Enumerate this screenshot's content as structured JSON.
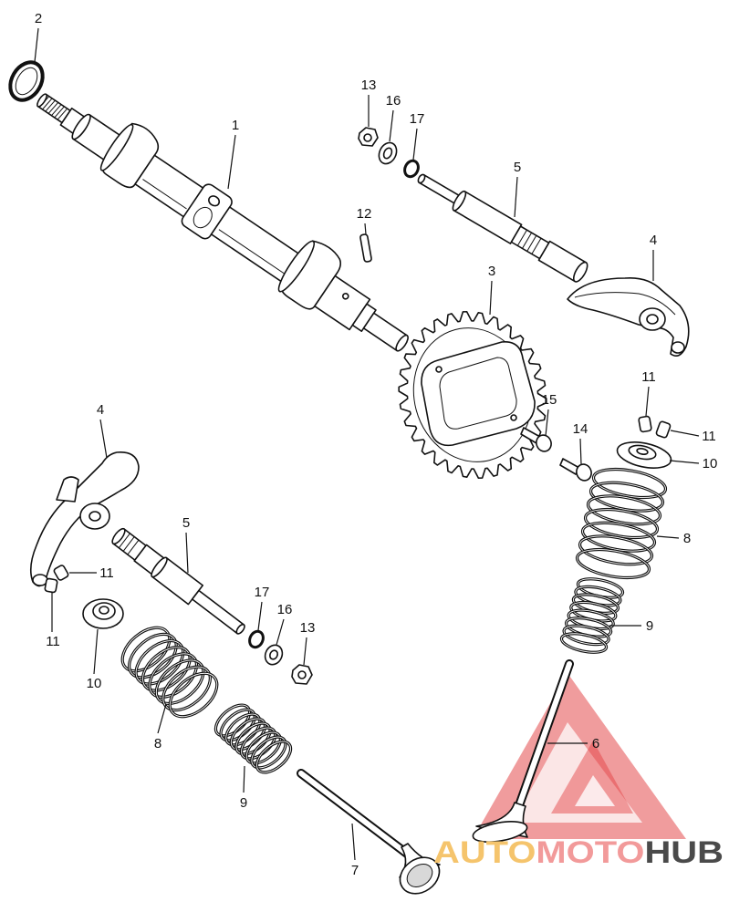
{
  "callouts": {
    "ring_2": "2",
    "camshaft_1": "1",
    "nut_13_top": "13",
    "washer_16_top": "16",
    "ring_17_top": "17",
    "shaft_5_top": "5",
    "pin_12": "12",
    "rocker_4_top": "4",
    "sprocket_3": "3",
    "cotter_11_right_upper": "11",
    "bolt_15": "15",
    "bolt_14": "14",
    "cotter_11_right_lower": "11",
    "retainer_10_right": "10",
    "rocker_4_left": "4",
    "spring_8_right": "8",
    "shaft_5_left": "5",
    "cotter_11_left_right": "11",
    "cotter_11_left_lower": "11",
    "ring_17_left": "17",
    "washer_16_left": "16",
    "nut_13_left": "13",
    "spring_9_right": "9",
    "retainer_10_left": "10",
    "spring_8_left": "8",
    "valve_6": "6",
    "spring_9_left": "9",
    "valve_7": "7"
  },
  "watermark": {
    "word_1": "AUTO",
    "word_2": "MOTO",
    "word_3": "HUB"
  },
  "colors": {
    "line": "#111111",
    "background": "#ffffff",
    "logo_red": "#e2393b",
    "auto_text": "#f5c46c",
    "moto_text": "#f29a9a",
    "hub_text": "#4a4a4a"
  }
}
